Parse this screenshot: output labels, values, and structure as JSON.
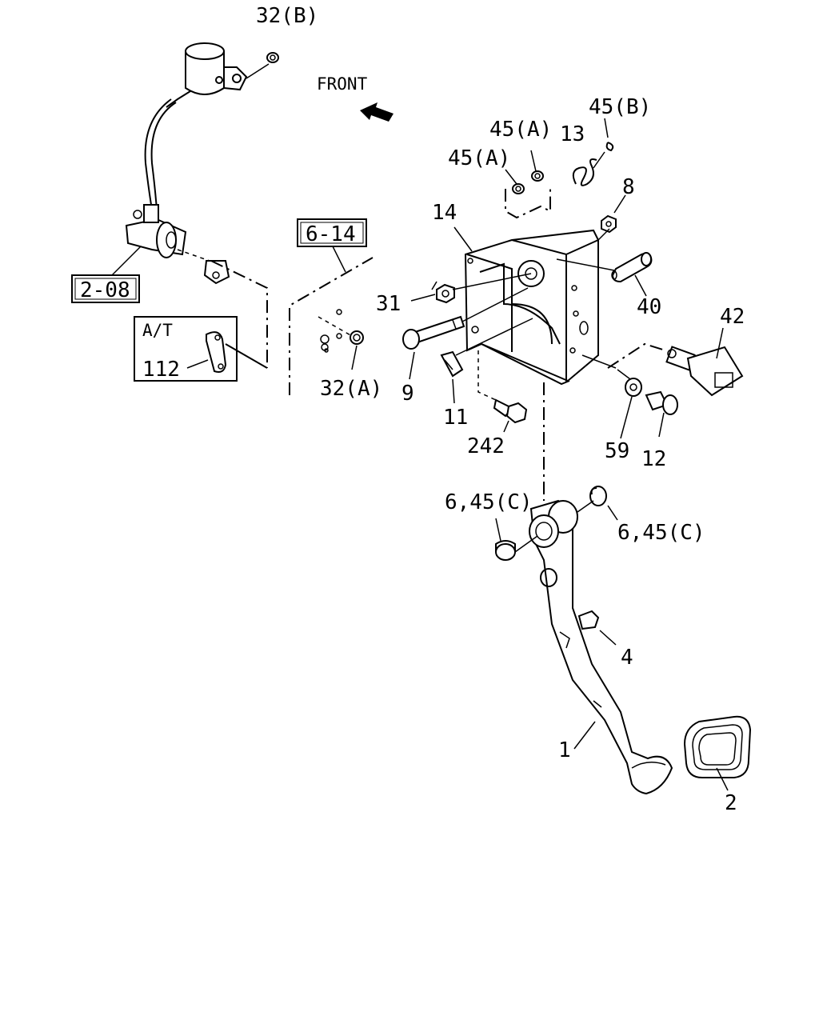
{
  "direction_label": "FRONT",
  "variant_label": "A/T",
  "reference_boxes": [
    "2-08",
    "6-14"
  ],
  "callouts": {
    "c32b": "32(B)",
    "c45b": "45(B)",
    "c45a_1": "45(A)",
    "c45a_2": "45(A)",
    "c13": "13",
    "c8": "8",
    "c14": "14",
    "c31": "31",
    "c40": "40",
    "c42": "42",
    "c9": "9",
    "c11": "11",
    "c242": "242",
    "c32a": "32(A)",
    "c112": "112",
    "c59": "59",
    "c12": "12",
    "c6_45c_left": "6,45(C)",
    "c6_45c_right": "6,45(C)",
    "c4": "4",
    "c1": "1",
    "c2": "2"
  },
  "icons": [
    "front-arrow-icon"
  ]
}
